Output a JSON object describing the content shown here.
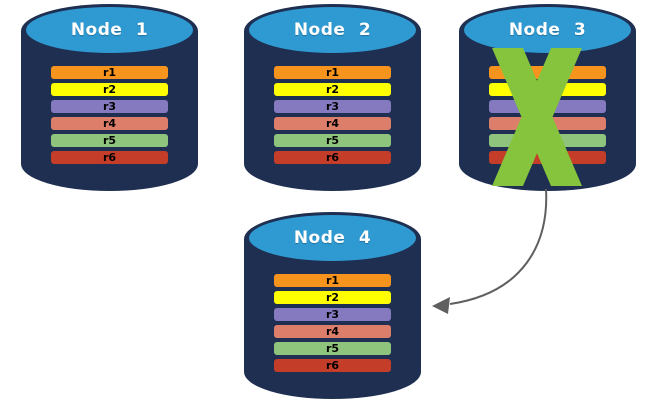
{
  "colors": {
    "page_bg": "#ffffff",
    "cylinder_body": "#1e2f51",
    "cylinder_top": "#2f9ad2",
    "node_label_text": "#ffffff",
    "replica_text": "#000000",
    "failure_x": "#85c43c",
    "arrow": "#5f5f5f"
  },
  "nodes": [
    {
      "label": "Node 1",
      "failed": false
    },
    {
      "label": "Node 2",
      "failed": false
    },
    {
      "label": "Node 3",
      "failed": true
    },
    {
      "label": "Node 4",
      "failed": false
    }
  ],
  "replicas": [
    {
      "label": "r1",
      "color": "#f7941e"
    },
    {
      "label": "r2",
      "color": "#ffff00"
    },
    {
      "label": "r3",
      "color": "#8579c0"
    },
    {
      "label": "r4",
      "color": "#dd7e6b"
    },
    {
      "label": "r5",
      "color": "#8fc47d"
    },
    {
      "label": "r6",
      "color": "#c43d28"
    }
  ],
  "icons": {
    "failure_x": "x-mark",
    "transfer_arrow": "curved-arrow-left"
  }
}
